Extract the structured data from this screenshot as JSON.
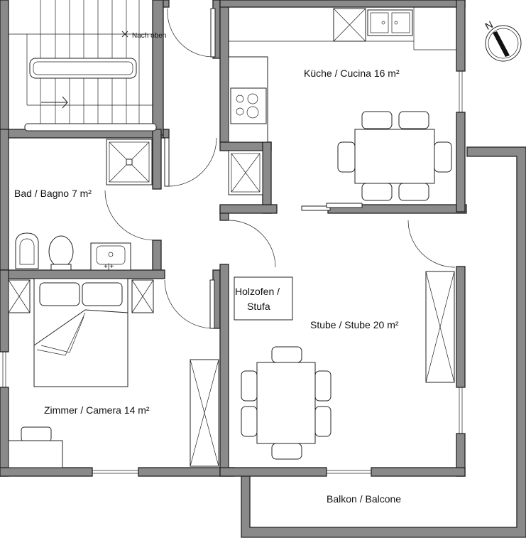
{
  "rooms": {
    "kitchen": "Küche / Cucina 16 m²",
    "bath": "Bad / Bagno 7 m²",
    "bedroom": "Zimmer / Camera 14 m²",
    "living": "Stube / Stube 20 m²",
    "balcony": "Balkon / Balcone"
  },
  "fixtures": {
    "stove_line1": "Holzofen /",
    "stove_line2": "Stufa"
  },
  "stairs": {
    "direction": "Nach oben"
  },
  "compass": {
    "north": "N"
  }
}
